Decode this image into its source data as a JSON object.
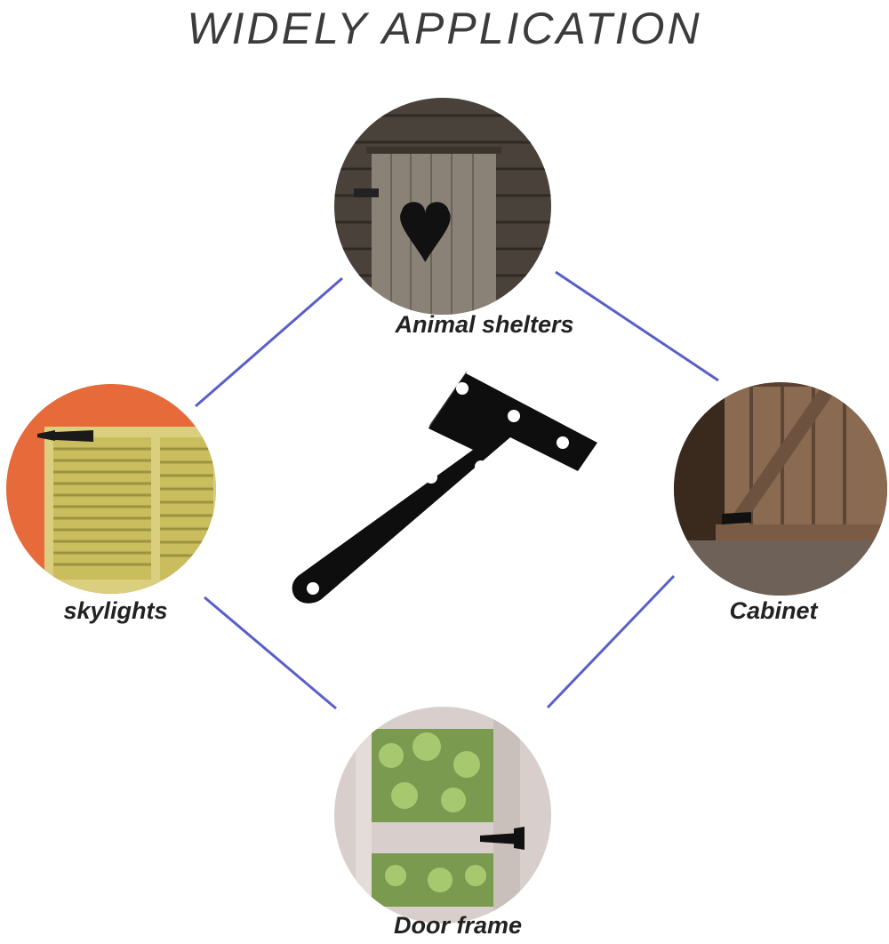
{
  "title": "WIDELY APPLICATION",
  "applications": {
    "top": {
      "label": "Animal shelters"
    },
    "left": {
      "label": "skylights"
    },
    "right": {
      "label": "Cabinet"
    },
    "bottom": {
      "label": "Door frame"
    }
  },
  "product": {
    "icon": "t-hinge-icon",
    "color": "#0e0e0e"
  },
  "colors": {
    "connector": "#5a5fc8",
    "title": "#3c3c3c",
    "label": "#222222"
  }
}
